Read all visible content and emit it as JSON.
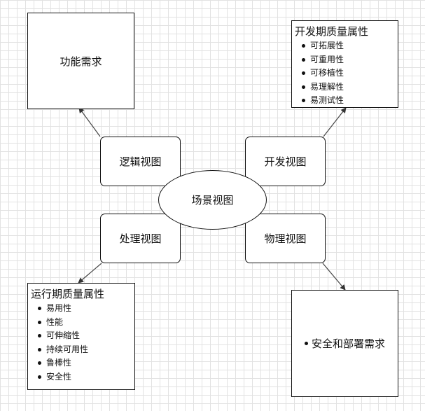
{
  "center": {
    "label": "场景视图"
  },
  "views": {
    "logical": "逻辑视图",
    "development": "开发视图",
    "process": "处理视图",
    "physical": "物理视图"
  },
  "functional_requirements": {
    "label": "功能需求"
  },
  "dev_quality": {
    "title": "开发期质量属性",
    "items": [
      "可拓展性",
      "可重用性",
      "可移植性",
      "易理解性",
      "易测试性"
    ]
  },
  "runtime_quality": {
    "title": "运行期质量属性",
    "items": [
      "易用性",
      "性能",
      "可伸缩性",
      "持续可用性",
      "鲁棒性",
      "安全性"
    ]
  },
  "deployment_requirements": {
    "label": "安全和部署需求"
  }
}
